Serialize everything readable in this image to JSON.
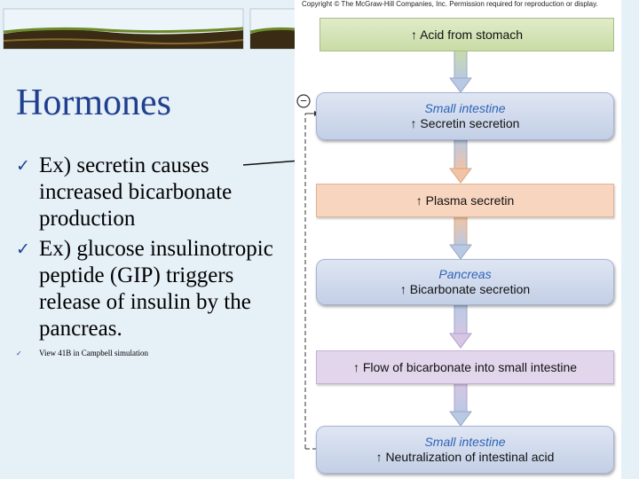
{
  "slide": {
    "title": "Hormones",
    "bullets": [
      "Ex) secretin causes increased bicarbonate production",
      "Ex) glucose insulinotropic peptide (GIP) triggers release of insulin by the pancreas."
    ],
    "note": "View 41B in Campbell simulation"
  },
  "figure": {
    "copyright": "Copyright © The McGraw-Hill Companies, Inc. Permission required for reproduction or display.",
    "inhibition_symbol": "−",
    "boxes": {
      "acid": "↑ Acid from stomach",
      "si1_organ": "Small intestine",
      "si1_label": "↑ Secretin secretion",
      "plasma": "↑ Plasma secretin",
      "pancreas_organ": "Pancreas",
      "pancreas_label": "↑ Bicarbonate secretion",
      "flow": "↑ Flow of bicarbonate into small intestine",
      "si2_organ": "Small intestine",
      "si2_label": "↑ Neutralization of intestinal acid"
    }
  },
  "colors": {
    "title": "#1f3f8f",
    "banner_sky": "#e8f1f8",
    "banner_ground": "#3a2c14",
    "banner_grass": "#5a7a1f"
  }
}
